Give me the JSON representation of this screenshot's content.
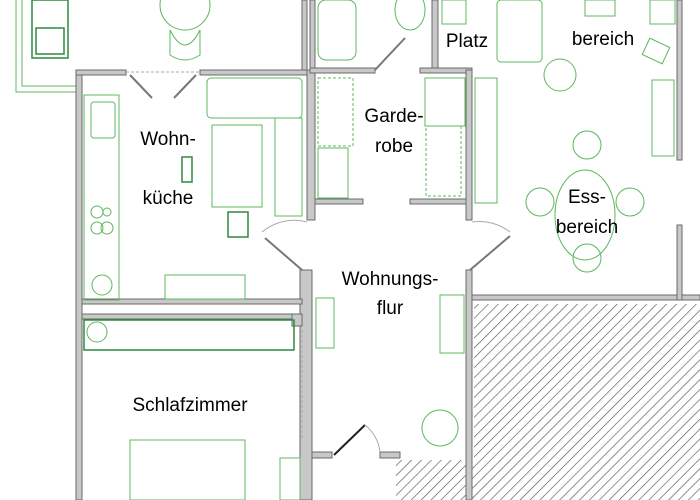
{
  "rooms": {
    "platz": "Platz",
    "wohnbereich_part": "bereich",
    "wohnkueche_1": "Wohn-",
    "wohnkueche_2": "küche",
    "garderobe_1": "Garde-",
    "garderobe_2": "robe",
    "essbereich_1": "Ess-",
    "essbereich_2": "bereich",
    "wohnungsflur_1": "Wohnungs-",
    "wohnungsflur_2": "flur",
    "schlafzimmer": "Schlafzimmer"
  },
  "colors": {
    "wall": "#c8c8c8",
    "furniture": "#5cb85c",
    "hatch": "#555555"
  }
}
